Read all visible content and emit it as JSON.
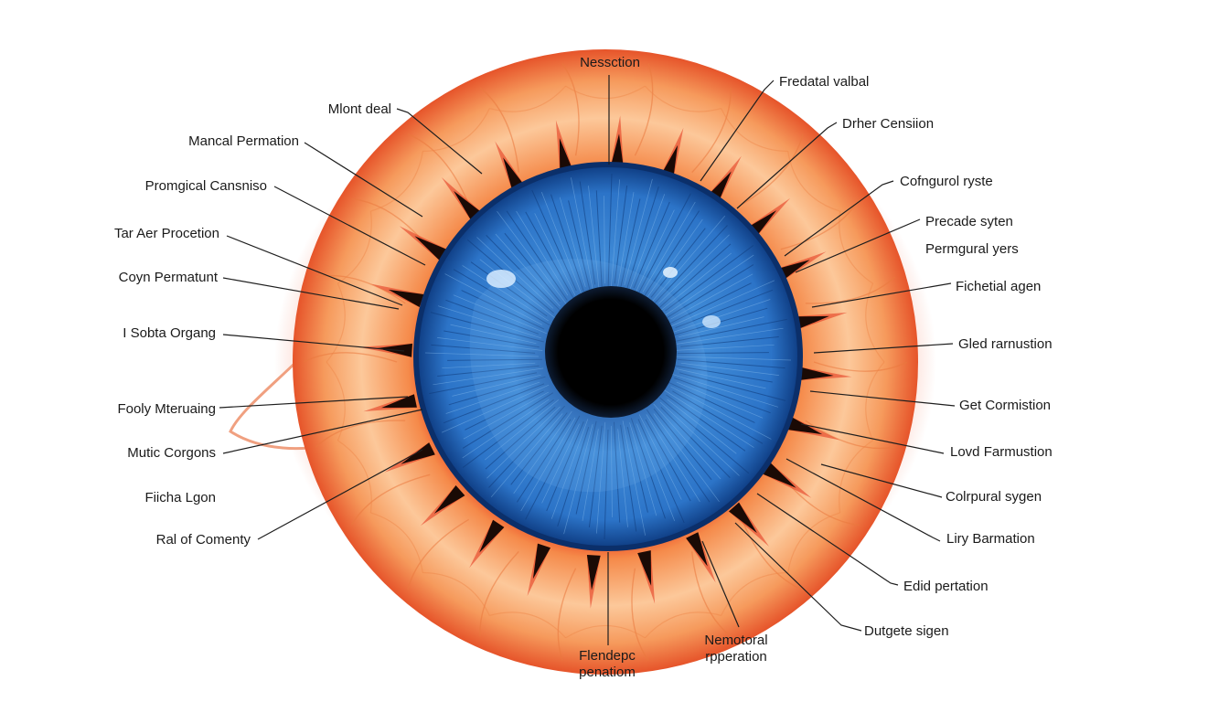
{
  "colors": {
    "ring_outer": "#e8582a",
    "ring_mid": "#f39a5e",
    "ring_light": "#fbd2a6",
    "iris_blue": "#2f7fd0",
    "iris_dark": "#14468f",
    "pupil": "#050505",
    "line": "#1e1e1e"
  },
  "labels": {
    "top": "Nessction",
    "l1": "Mlont deal",
    "l2": "Mancal Permation",
    "l3": "Promgical Cansniso",
    "l4": "Tar Aer Procetion",
    "l5": "Coyn Permatunt",
    "l6": "I Sobta Organg",
    "l7": "Fooly Mteruaing",
    "l8": "Mutic Corgons",
    "l9": "Fiicha Lgon",
    "l10": "Ral of Comenty",
    "r1": "Fredatal valbal",
    "r2": "Drher Censiion",
    "r3": "Cofngurol ryste",
    "r4": "Precade syten",
    "r5": "Permgural yers",
    "r6": "Fichetial agen",
    "r7": "Gled rarnustion",
    "r8": "Get Cormistion",
    "r9": "Lovd Farmustion",
    "r10": "Colrpural sygen",
    "r11": "Liry Barmation",
    "r12": "Edid pertation",
    "r13": "Dutgete sigen",
    "b1_line1": "Nemotoral",
    "b1_line2": "rpperation",
    "b2_line1": "Flendepc",
    "b2_line2": "penatiom"
  }
}
